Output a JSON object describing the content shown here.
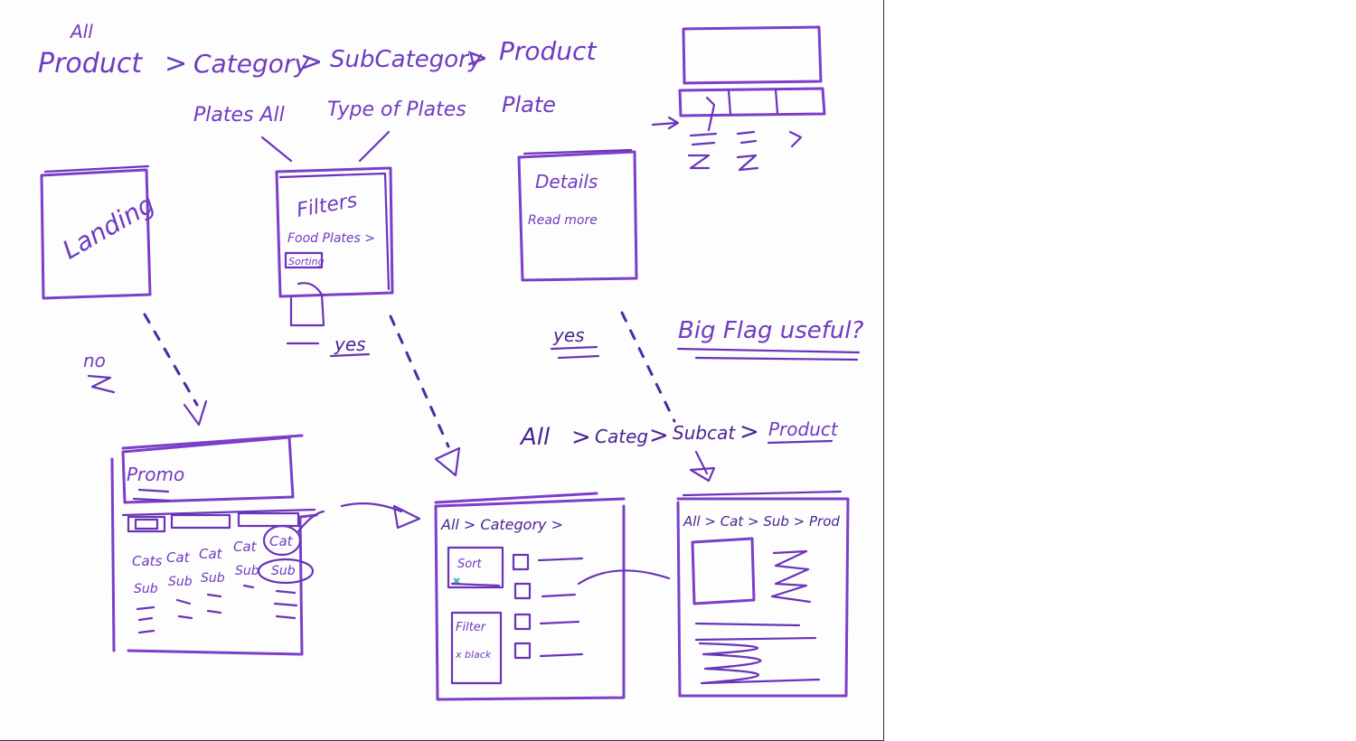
{
  "breadcrumb_top": {
    "all": "All",
    "product": "Product",
    "category": "Category",
    "subcategory": "SubCategory",
    "product_end": "Product",
    "sep": ">"
  },
  "notes_top": {
    "plates_all": "Plates All",
    "type_of_plates": "Type of Plates",
    "plate": "Plate"
  },
  "landing_box": {
    "label": "Landing"
  },
  "filters_box": {
    "title": "Filters",
    "line1": "Food Plates >",
    "line2": "Sorting"
  },
  "details_box": {
    "line1": "Details",
    "line2": "Read more"
  },
  "decisions": {
    "no": "no",
    "yes_left": "yes",
    "yes_right": "yes",
    "question": "Big Flag useful?"
  },
  "breadcrumb_mid": {
    "all": "All",
    "category": "Categ",
    "subcat": "Subcat",
    "product": "Product",
    "sep": ">"
  },
  "wire_promo": {
    "banner": "Promo",
    "cats": [
      "Cats",
      "Cat",
      "Cat",
      "Cat",
      "Cat"
    ],
    "subs": [
      "Sub",
      "Sub",
      "Sub",
      "Sub",
      "Sub"
    ]
  },
  "wire_category": {
    "crumb": "All > Category >",
    "sort": "Sort",
    "filter": "Filter",
    "filter_item": "x black"
  },
  "wire_product": {
    "crumb": "All > Cat > Sub > Prod"
  }
}
